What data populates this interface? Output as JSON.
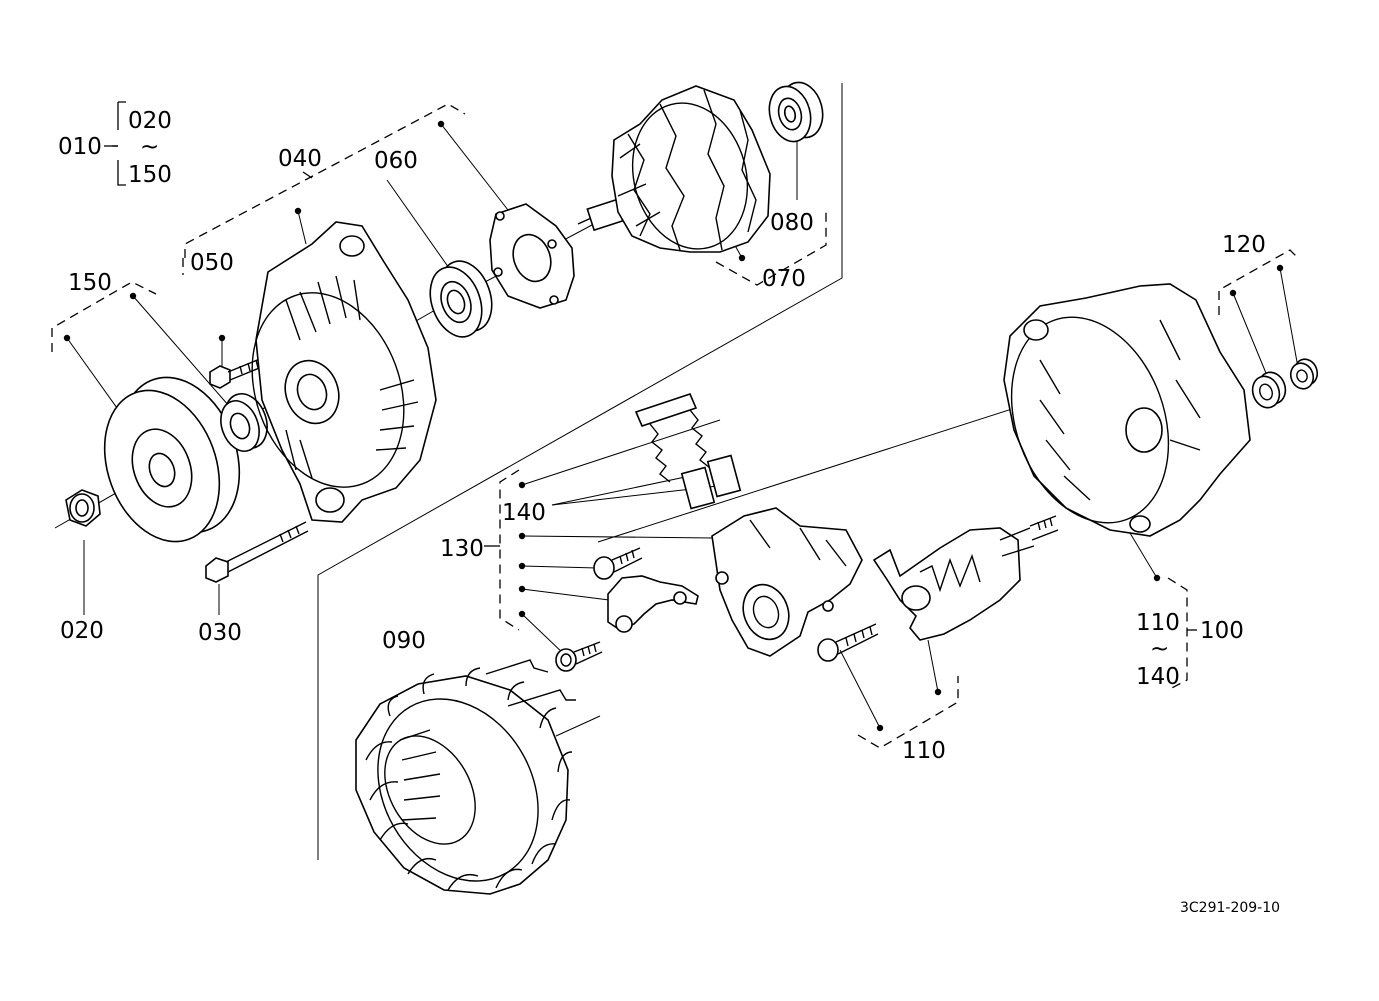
{
  "labels": {
    "p010": "010",
    "p020a": "020",
    "tilde": "~",
    "p150a": "150",
    "p040": "040",
    "p060": "060",
    "p050": "050",
    "p150": "150",
    "p020": "020",
    "p030": "030",
    "p070": "070",
    "p080": "080",
    "p090": "090",
    "p120": "120",
    "p130": "130",
    "p140": "140",
    "p110r": "110",
    "p140r": "140",
    "p100": "100",
    "p110b": "110"
  },
  "drawing_code": "3C291-209-10"
}
